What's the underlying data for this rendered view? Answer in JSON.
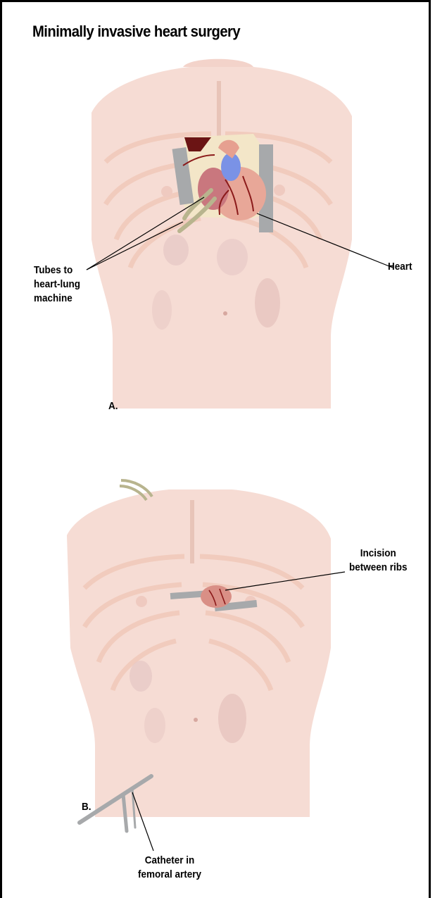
{
  "title": "Minimally invasive heart surgery",
  "panel_a": {
    "letter": "A.",
    "labels": {
      "tubes": [
        "Tubes to",
        "heart-lung",
        "machine"
      ],
      "heart": "Heart"
    }
  },
  "panel_b": {
    "letter": "B.",
    "labels": {
      "incision": [
        "Incision",
        "between ribs"
      ],
      "catheter": [
        "Catheter in",
        "femoral artery"
      ]
    }
  },
  "colors": {
    "skin": "#f6dcd4",
    "rib": "#f1cbbd",
    "shadow": "#e2bcb8",
    "retractor": "#a7a9ab",
    "heart": "#d98f86",
    "vessel": "#8b1a1a",
    "aorta_blue": "#7a92e6"
  }
}
